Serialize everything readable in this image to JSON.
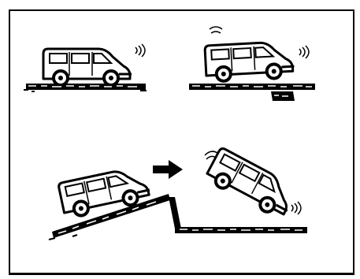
{
  "illustration": {
    "panels": [
      {
        "id": "van-level-road"
      },
      {
        "id": "van-level-road-bouncing"
      },
      {
        "id": "van-tilted-on-ramp"
      },
      {
        "id": "van-nose-down-on-ramp"
      }
    ],
    "colors": {
      "ink": "#000000",
      "paper": "#ffffff"
    },
    "icons": [
      "right-arrow-icon",
      "motion-lines-icon"
    ]
  }
}
